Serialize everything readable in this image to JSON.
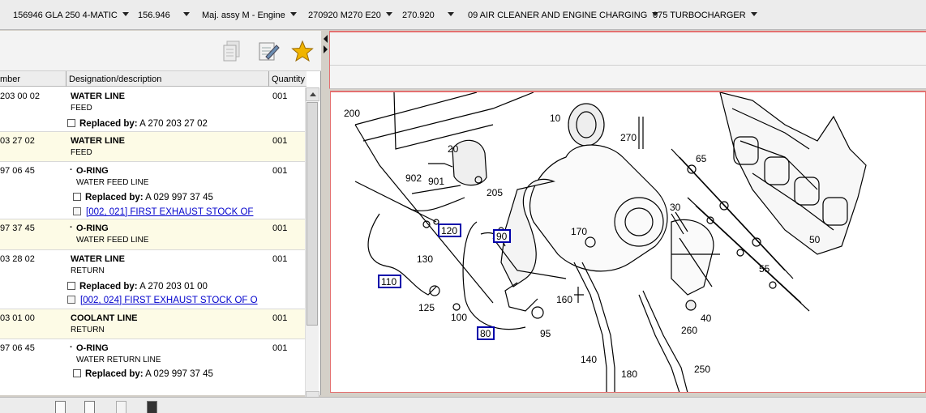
{
  "breadcrumb": [
    {
      "label": "156946 GLA 250 4-MATIC"
    },
    {
      "label": "156.946"
    },
    {
      "label": "Maj. assy M  - Engine"
    },
    {
      "label": "270920 M270 E20"
    },
    {
      "label": "270.920"
    },
    {
      "label": "09 AIR CLEANER AND ENGINE CHARGING"
    },
    {
      "label": "075 TURBOCHARGER"
    }
  ],
  "toolbar": {
    "icons": [
      "copy-icon",
      "edit-note-icon",
      "favorite-star-icon"
    ],
    "star_color": "#f0b400"
  },
  "table": {
    "columns": [
      "mber",
      "Designation/description",
      "Quantity"
    ],
    "rows": [
      {
        "part": "203 00 02",
        "designation": "WATER LINE",
        "sub": "FEED",
        "qty": "001",
        "replaced_label": "Replaced by:",
        "replaced_by": "A 270 203 27 02"
      },
      {
        "part": "03 27 02",
        "designation": "WATER LINE",
        "sub": "FEED",
        "qty": "001"
      },
      {
        "part": "97 06 45",
        "designation": "O-RING",
        "sub": "WATER FEED LINE",
        "qty": "001",
        "replaced_label": "Replaced by:",
        "replaced_by": "A 029 997 37 45",
        "link": "[002, 021] FIRST EXHAUST STOCK OF"
      },
      {
        "part": "97 37 45",
        "designation": "O-RING",
        "sub": "WATER FEED LINE",
        "qty": "001"
      },
      {
        "part": "03 28 02",
        "designation": "WATER LINE",
        "sub": "RETURN",
        "qty": "001",
        "replaced_label": "Replaced by:",
        "replaced_by": "A 270 203 01 00",
        "link": "[002, 024] FIRST EXHAUST STOCK OF O"
      },
      {
        "part": "03 01 00",
        "designation": "COOLANT LINE",
        "sub": "RETURN",
        "qty": "001"
      },
      {
        "part": "97 06 45",
        "designation": "O-RING",
        "sub": "WATER RETURN LINE",
        "qty": "001",
        "replaced_label": "Replaced by:",
        "replaced_by": "A 029 997 37 45"
      }
    ]
  },
  "diagram": {
    "callouts": [
      "200",
      "10",
      "270",
      "65",
      "20",
      "902",
      "901",
      "205",
      "30",
      "120",
      "90",
      "170",
      "130",
      "110",
      "55",
      "125",
      "100",
      "80",
      "95",
      "160",
      "140",
      "180",
      "50",
      "40",
      "260",
      "250"
    ],
    "boxed_callouts": [
      "120",
      "90",
      "110",
      "80"
    ],
    "box_color": "#0000aa"
  },
  "colors": {
    "highlight_row": "#fdfbe6",
    "link": "#0000cc",
    "panel_border": "#e47070"
  }
}
